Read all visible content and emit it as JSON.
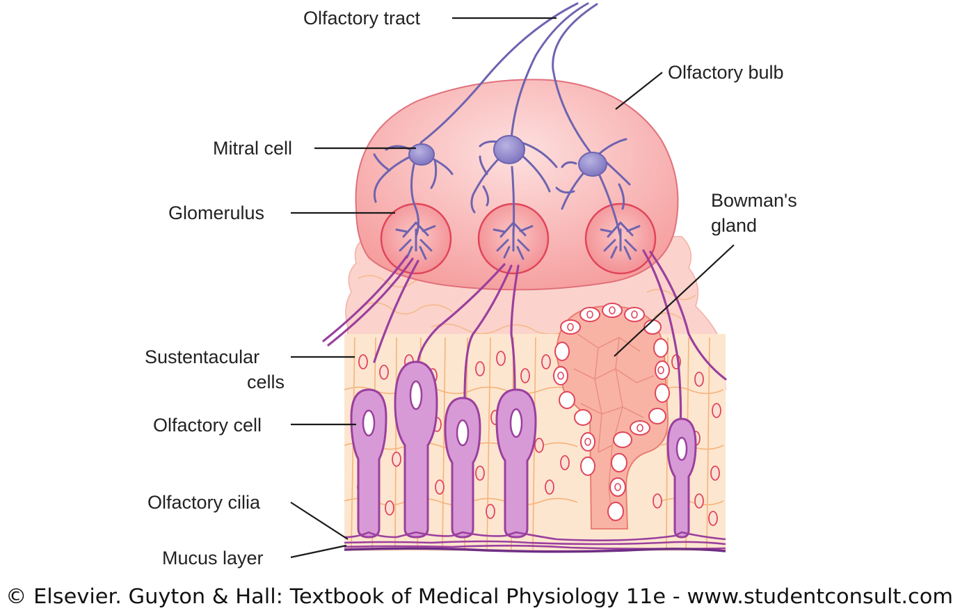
{
  "labels": {
    "olfactory_tract": "Olfactory tract",
    "olfactory_bulb": "Olfactory bulb",
    "mitral_cell": "Mitral cell",
    "glomerulus": "Glomerulus",
    "bowmans_gland_line1": "Bowman's",
    "bowmans_gland_line2": "gland",
    "sustentacular_line1": "Sustentacular",
    "sustentacular_line2": "cells",
    "olfactory_cell": "Olfactory cell",
    "olfactory_cilia": "Olfactory cilia",
    "mucus_layer": "Mucus layer"
  },
  "credit": "© Elsevier. Guyton & Hall: Textbook of Medical Physiology 11e - www.studentconsult.com",
  "colors": {
    "bulb_fill": "#f6a7a7",
    "glomerulus_fill": "#f7a0a3",
    "glomerulus_edge": "#e0455a",
    "neuron": "#6e63b0",
    "axon": "#9b3f9e",
    "olfactory_cell": "#d79ad6",
    "epithelium": "#fde6cf",
    "connective_tissue": "#fbd3cc"
  }
}
